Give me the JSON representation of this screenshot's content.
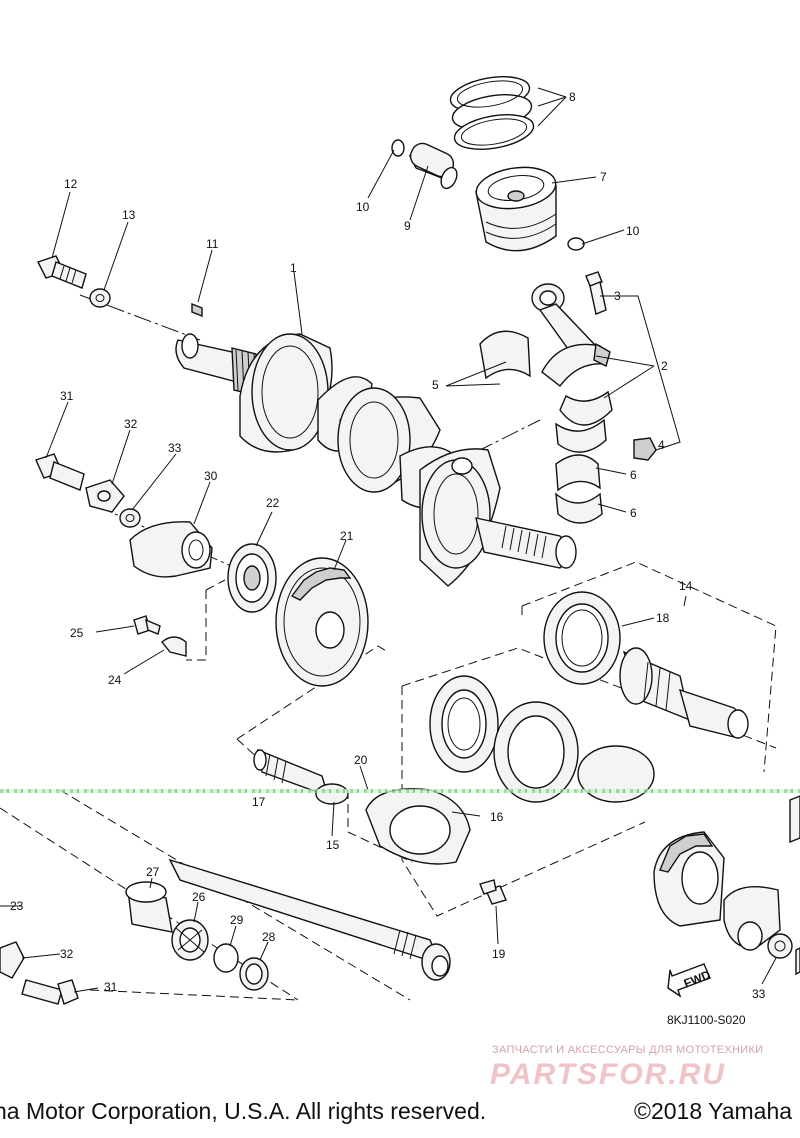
{
  "callouts": [
    {
      "id": "c1",
      "text": "1"
    },
    {
      "id": "c2",
      "text": "2"
    },
    {
      "id": "c3",
      "text": "3"
    },
    {
      "id": "c4",
      "text": "4"
    },
    {
      "id": "c5",
      "text": "5"
    },
    {
      "id": "c6a",
      "text": "6"
    },
    {
      "id": "c6b",
      "text": "6"
    },
    {
      "id": "c7",
      "text": "7"
    },
    {
      "id": "c8",
      "text": "8"
    },
    {
      "id": "c9",
      "text": "9"
    },
    {
      "id": "c10a",
      "text": "10"
    },
    {
      "id": "c10b",
      "text": "10"
    },
    {
      "id": "c11",
      "text": "11"
    },
    {
      "id": "c12",
      "text": "12"
    },
    {
      "id": "c13",
      "text": "13"
    },
    {
      "id": "c14",
      "text": "14"
    },
    {
      "id": "c15",
      "text": "15"
    },
    {
      "id": "c16",
      "text": "16"
    },
    {
      "id": "c17",
      "text": "17"
    },
    {
      "id": "c18",
      "text": "18"
    },
    {
      "id": "c19",
      "text": "19"
    },
    {
      "id": "c20",
      "text": "20"
    },
    {
      "id": "c21",
      "text": "21"
    },
    {
      "id": "c22",
      "text": "22"
    },
    {
      "id": "c23",
      "text": "23"
    },
    {
      "id": "c24",
      "text": "24"
    },
    {
      "id": "c25",
      "text": "25"
    },
    {
      "id": "c26",
      "text": "26"
    },
    {
      "id": "c27",
      "text": "27"
    },
    {
      "id": "c28",
      "text": "28"
    },
    {
      "id": "c29",
      "text": "29"
    },
    {
      "id": "c30",
      "text": "30"
    },
    {
      "id": "c31a",
      "text": "31"
    },
    {
      "id": "c31b",
      "text": "31"
    },
    {
      "id": "c32a",
      "text": "32"
    },
    {
      "id": "c32b",
      "text": "32"
    },
    {
      "id": "c33a",
      "text": "33"
    },
    {
      "id": "c33b",
      "text": "33"
    }
  ],
  "fwd_label": "FWD",
  "diagram_code": "8KJ1100-S020",
  "watermark": {
    "tagline": "ЗАПЧАСТИ И АКСЕССУАРЫ ДЛЯ МОТОТЕХНИКИ",
    "logo": "PARTSFOR.RU"
  },
  "footer": {
    "left": "ha Motor Corporation, U.S.A. All rights reserved.",
    "right": "©2018 Yamaha"
  }
}
